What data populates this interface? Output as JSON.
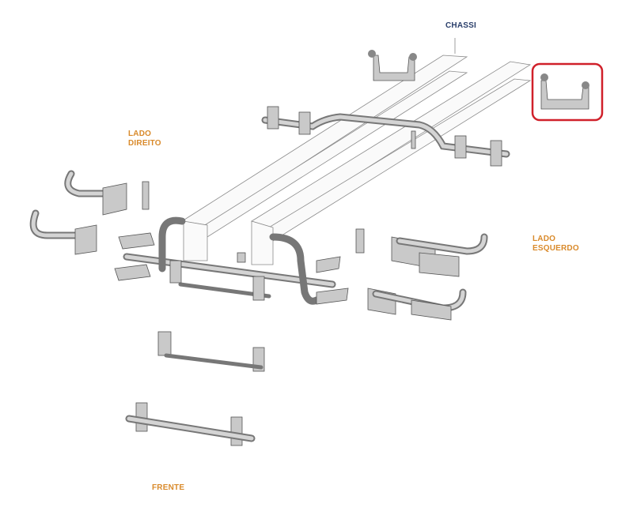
{
  "labels": {
    "chassi": "CHASSI",
    "lado_direito_1": "LADO",
    "lado_direito_2": "DIREITO",
    "lado_esquerdo_1": "LADO",
    "lado_esquerdo_2": "ESQUERDO",
    "frente": "FRENTE"
  },
  "colors": {
    "label_orange": "#d98a2b",
    "label_navy": "#2b3f6b",
    "highlight": "#d0202a"
  }
}
